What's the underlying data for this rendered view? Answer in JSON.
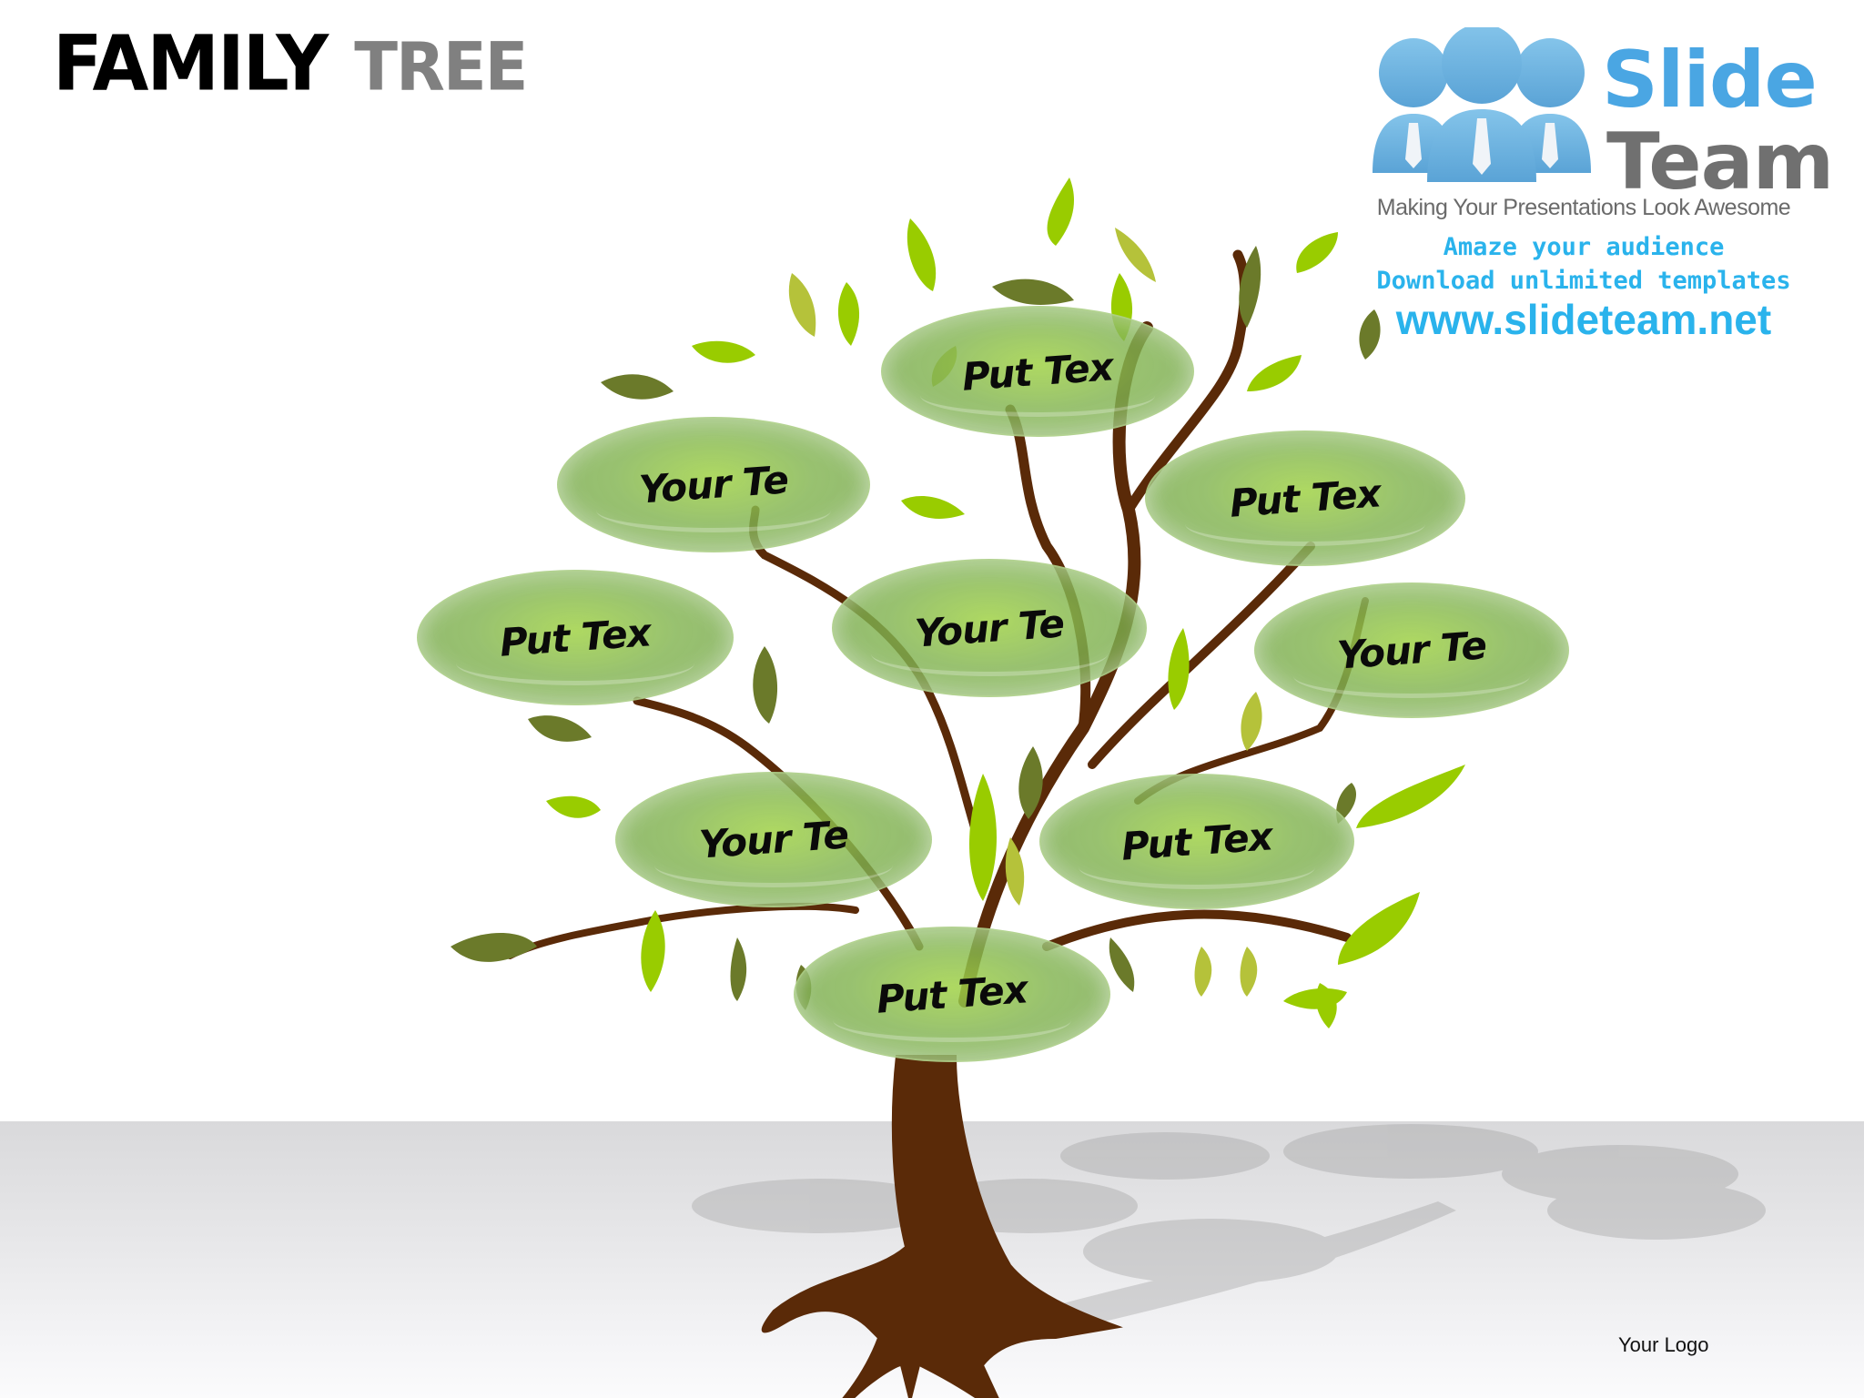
{
  "slide": {
    "title_word1": "FAMILY",
    "title_word2": "TREE",
    "footer_logo_placeholder": "Your Logo"
  },
  "watermark": {
    "brand_line1": "Slide",
    "brand_line2": "Team",
    "tagline": "Making Your Presentations Look Awesome",
    "promo_line1": "Amaze your audience",
    "promo_line2": "Download unlimited templates",
    "url": "www.slideteam.net",
    "icon": "three-people-icon",
    "colors": {
      "blue": "#4aa6e3",
      "cyan": "#2ab3ec",
      "gray": "#707070"
    }
  },
  "tree": {
    "trunk_color": "#5a2a08",
    "leaf_colors": [
      "#99cc00",
      "#6b7a2a",
      "#b5c23a",
      "#7f8f35"
    ],
    "bubbles": [
      {
        "id": "top",
        "label": "Put Tex"
      },
      {
        "id": "upper-left",
        "label": "Your Te"
      },
      {
        "id": "upper-right",
        "label": "Put Tex"
      },
      {
        "id": "middle-left",
        "label": "Put Tex"
      },
      {
        "id": "middle-center",
        "label": "Your Te"
      },
      {
        "id": "middle-right",
        "label": "Your Te"
      },
      {
        "id": "lower-left",
        "label": "Your Te"
      },
      {
        "id": "lower-right",
        "label": "Put Tex"
      },
      {
        "id": "bottom",
        "label": "Put Tex"
      }
    ]
  }
}
